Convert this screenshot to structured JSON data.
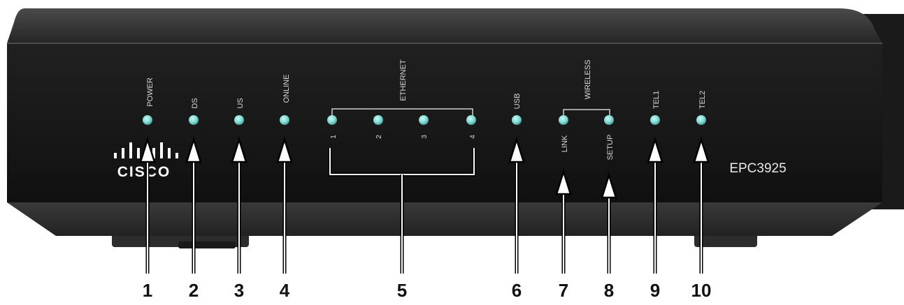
{
  "device": {
    "brand": "CISCO",
    "model": "EPC3925",
    "body_color": "#1c1c1c",
    "led_color": "#7ed6d0"
  },
  "indicators": {
    "power": "POWER",
    "ds": "DS",
    "us": "US",
    "online": "ONLINE",
    "ethernet": "ETHERNET",
    "eth_ports": [
      "1",
      "2",
      "3",
      "4"
    ],
    "usb": "USB",
    "wireless": "WIRELESS",
    "link": "LINK",
    "setup": "SETUP",
    "tel1": "TEL1",
    "tel2": "TEL2"
  },
  "callouts": [
    "1",
    "2",
    "3",
    "4",
    "5",
    "6",
    "7",
    "8",
    "9",
    "10"
  ]
}
